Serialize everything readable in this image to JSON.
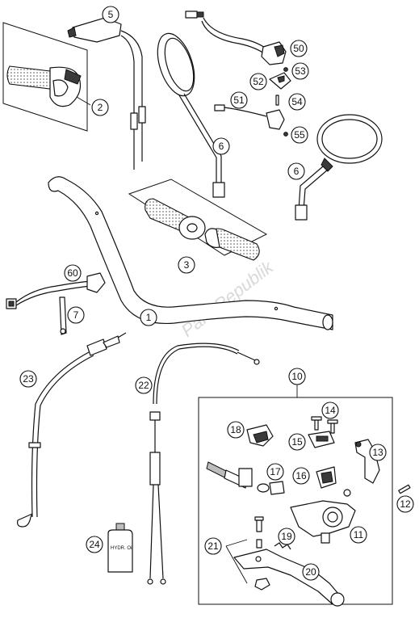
{
  "diagram": {
    "watermark": "PartsRepublik",
    "bottle_label": "HYDR. Oil",
    "callouts": {
      "c1": "1",
      "c2": "2",
      "c3": "3",
      "c5": "5",
      "c6a": "6",
      "c6b": "6",
      "c7": "7",
      "c10": "10",
      "c11": "11",
      "c12": "12",
      "c13": "13",
      "c14": "14",
      "c15": "15",
      "c16": "16",
      "c17": "17",
      "c18": "18",
      "c19": "19",
      "c20": "20",
      "c21": "21",
      "c22": "22",
      "c23": "23",
      "c24": "24",
      "c50": "50",
      "c51": "51",
      "c52": "52",
      "c53": "53",
      "c54": "54",
      "c55": "55",
      "c60": "60"
    }
  }
}
